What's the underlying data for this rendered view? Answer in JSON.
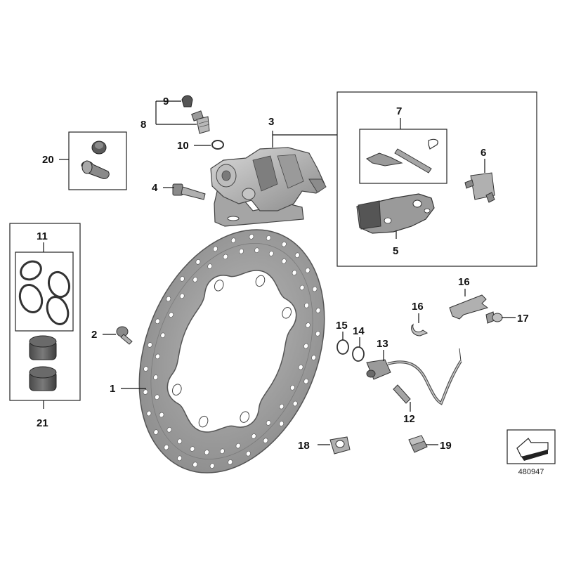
{
  "diagram": {
    "catalog_number": "480947",
    "callouts": {
      "c1": "1",
      "c2": "2",
      "c3": "3",
      "c4": "4",
      "c5": "5",
      "c6": "6",
      "c7": "7",
      "c8": "8",
      "c9": "9",
      "c10": "10",
      "c11": "11",
      "c12": "12",
      "c13": "13",
      "c14": "14",
      "c15": "15",
      "c16a": "16",
      "c16b": "16",
      "c17": "17",
      "c18": "18",
      "c19": "19",
      "c20": "20",
      "c21": "21"
    },
    "icons": [
      "brake-disc-icon",
      "caliper-icon",
      "brake-pad-icon",
      "piston-icon",
      "seal-ring-icon",
      "sensor-icon",
      "direction-arrow-icon"
    ],
    "colors": {
      "part_fill": "#9a9a9a",
      "part_dark": "#555555",
      "part_light": "#c8c8c8",
      "line": "#111111"
    }
  }
}
